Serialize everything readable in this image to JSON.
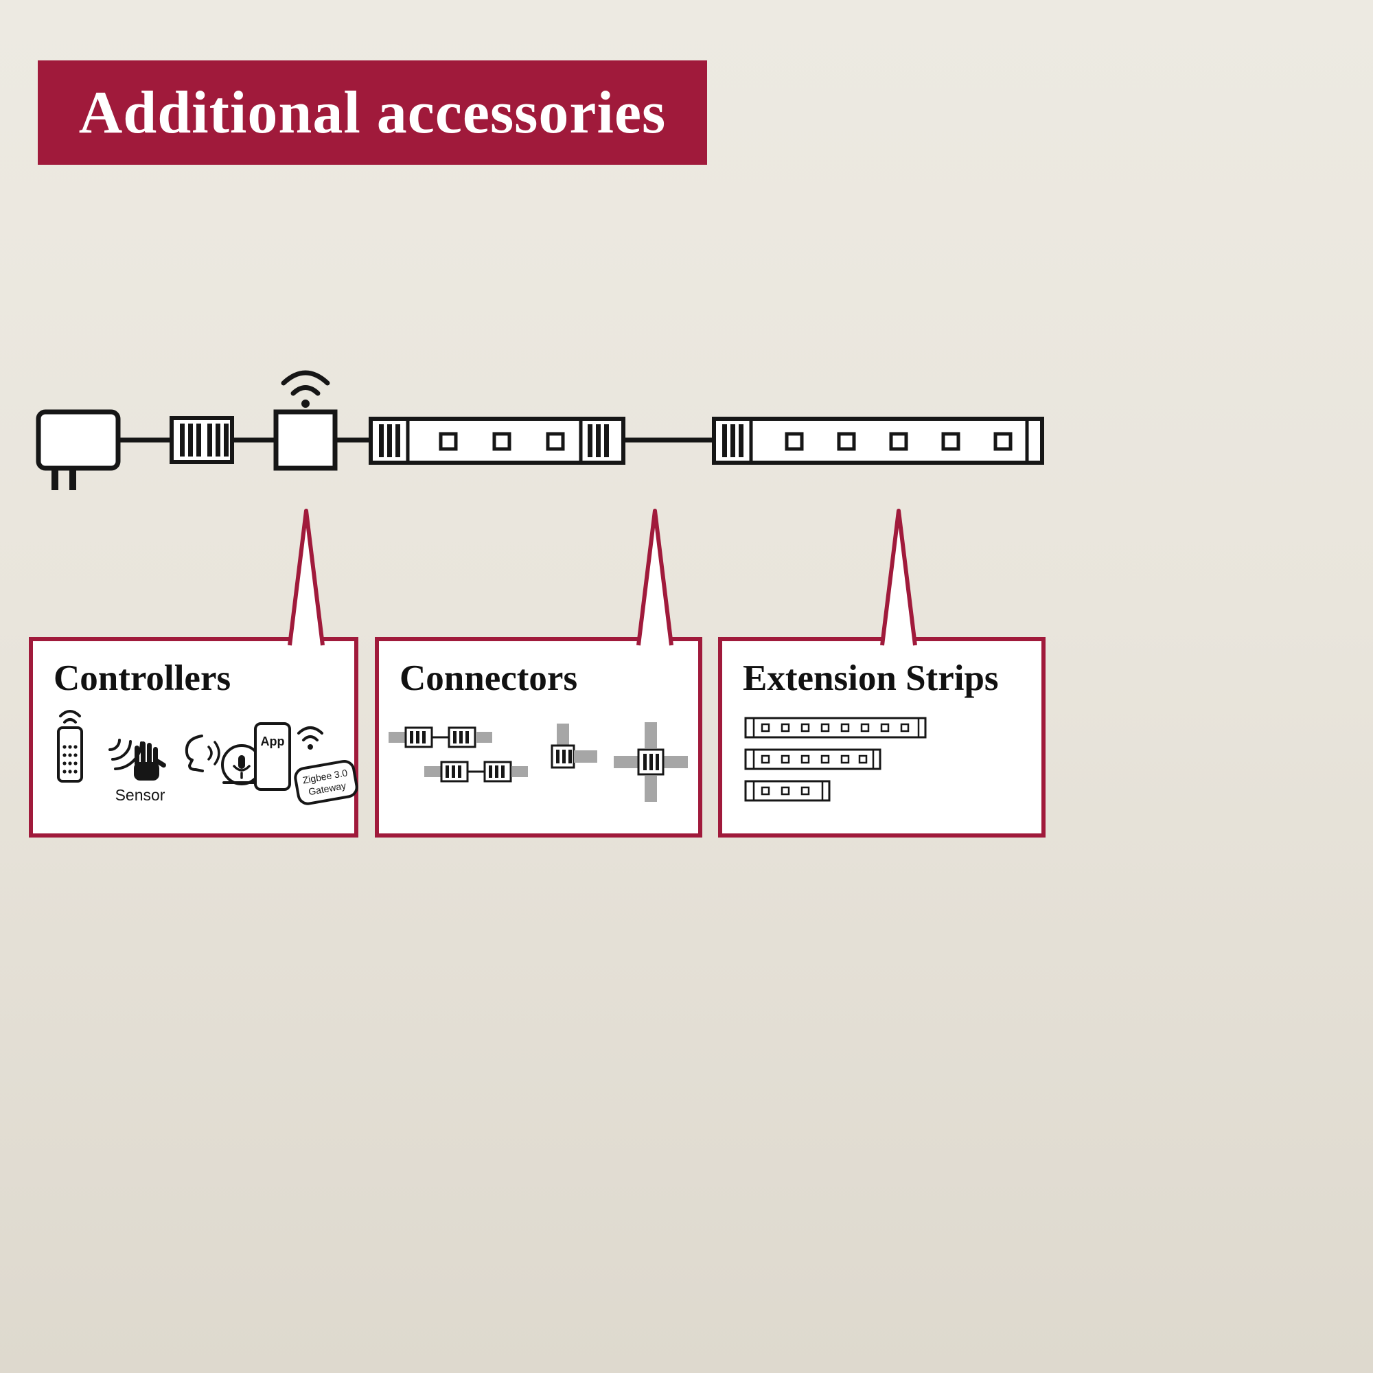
{
  "colors": {
    "accent": "#a01a3b",
    "background": "#e9e5dc",
    "ink": "#161616",
    "panel": "#ffffff"
  },
  "banner": {
    "title": "Additional accessories"
  },
  "diagram": {
    "parts": [
      "power-adapter-icon",
      "clip-connector-icon",
      "wifi-controller-icon",
      "led-strip-icon",
      "clip-connector-icon",
      "led-strip-icon"
    ]
  },
  "callouts": {
    "controllers": {
      "title": "Controllers",
      "icons": [
        "remote-control-icon",
        "motion-sensor-icon",
        "voice-assistant-icon",
        "app-gateway-icon"
      ],
      "sensor_label": "Sensor",
      "app_label": "App",
      "gateway_line1": "Zigbee 3.0",
      "gateway_line2": "Gateway"
    },
    "connectors": {
      "title": "Connectors",
      "icons": [
        "strip-to-strip-connector-icon",
        "corner-connector-icon",
        "cross-connector-icon"
      ]
    },
    "extensions": {
      "title": "Extension Strips",
      "icons": [
        "extension-strip-long-icon",
        "extension-strip-medium-icon",
        "extension-strip-short-icon"
      ]
    }
  }
}
